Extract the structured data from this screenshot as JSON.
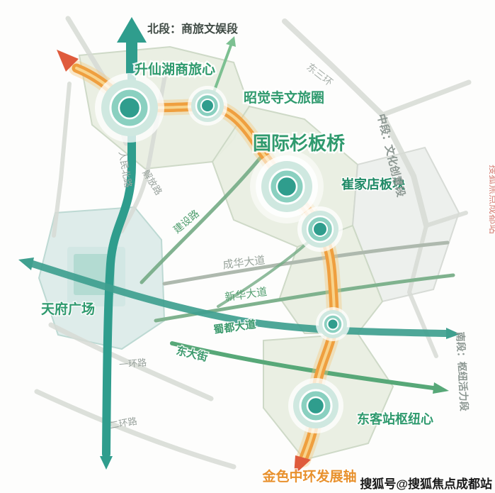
{
  "map": {
    "segments": {
      "north": "北段：商旅文娱段",
      "middle": "中段：文化创意段",
      "south": "南段：枢纽活力段",
      "axis": "金色中环发展轴"
    },
    "hubs": {
      "shengxianhu": "升仙湖商旅心",
      "zhaojuesi": "昭觉寺文旅圈",
      "shanbanqiao": "国际杉板桥",
      "cuijiadian": "崔家店板块",
      "dongkezhan": "东客站枢纽心",
      "tianfu": "天府广场"
    },
    "roads": {
      "dongsanhuan": "东三环",
      "renminbeilu": "人民北路",
      "jiefanglu": "解放路",
      "jianshelu": "建设路",
      "chenghua": "成华大道",
      "xinhua": "新华大道",
      "shudu": "蜀都大道",
      "dongdajie": "东大街",
      "yihuanlu": "一环路",
      "erhuanlu": "二环路"
    },
    "watermark": {
      "bottom": "搜狐号@搜狐焦点成都站",
      "side": "搜狐焦点成都站"
    },
    "icons": {
      "north-arrow-icon": "large teal arrow pointing up",
      "axis-arrow-nw-icon": "red-orange arrow pointing up-left",
      "axis-arrow-south-icon": "red-orange arrow pointing down",
      "northeast-arrow-icon": "green arrow pointing up-right",
      "southeast-arrow-icon": "green arrow pointing down-right",
      "road-arrow-left-icon": "teal arrow pointing left",
      "road-arrow-right-icon": "teal arrow pointing right",
      "road-arrow-down-icon": "teal arrow pointing down"
    },
    "colors": {
      "teal": "#2f9d8d",
      "green_road": "#57a878",
      "olive_road": "#7fb28e",
      "orange_axis": "#ef9f3f",
      "orange_glow": "#f5c97e",
      "orange_stripe": "#f8d894",
      "red_arrow": "#df5b3c",
      "green_label": "#2f9a6e",
      "dark_label": "#3f4a44",
      "gray_label": "#98a29c",
      "orange_label": "#e8912d",
      "district_fill": "#e9efe2",
      "plaza_fill": "#ddecea",
      "gray_road": "#d7dbd5",
      "node_outer": "#cfe8e0",
      "node_mid": "#8ad0c0"
    }
  }
}
